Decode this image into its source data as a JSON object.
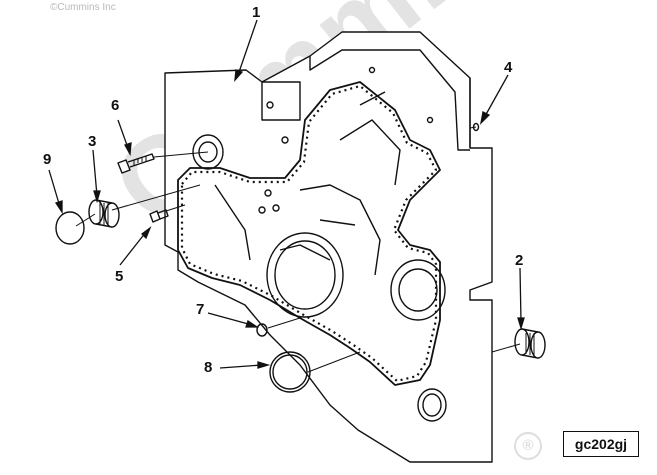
{
  "watermark_text": "©Cummins Inc",
  "watermark_brand": "Cummins",
  "registered_mark": "®",
  "figure_id": "gc202gj",
  "callouts": [
    "1",
    "2",
    "3",
    "4",
    "5",
    "6",
    "7",
    "8",
    "9"
  ]
}
